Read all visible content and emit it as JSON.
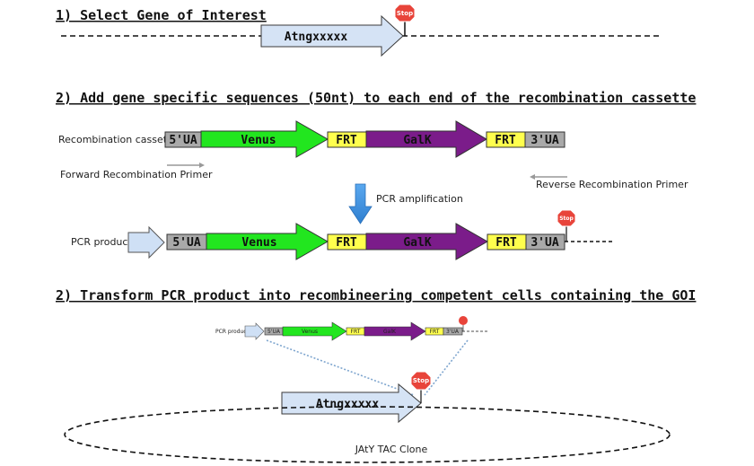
{
  "steps": {
    "step1": "1) Select Gene of Interest",
    "step2": "2) Add gene specific sequences (50nt) to each end of the recombination cassette",
    "step3": "2) Transform PCR product into recombineering competent cells containing the GOI"
  },
  "labels": {
    "recombination_cassette": "Recombination cassette",
    "forward_primer": "Forward Recombination Primer",
    "reverse_primer": "Reverse Recombination Primer",
    "pcr_amplification": "PCR amplification",
    "pcr_product": "PCR product",
    "clone": "JAtY TAC Clone"
  },
  "segments": {
    "gene": "Atngxxxxx",
    "utr5": "5'UA",
    "venus": "Venus",
    "frt": "FRT",
    "galk": "GalK",
    "utr3": "3'UA",
    "stop": "Stop"
  },
  "colors": {
    "venus": "#22e61f",
    "galk": "#7b1c8a",
    "frt": "#ffff4d",
    "utr": "#a9a9a9",
    "gene": "#cfe0f5",
    "stop": "#e8443a"
  }
}
